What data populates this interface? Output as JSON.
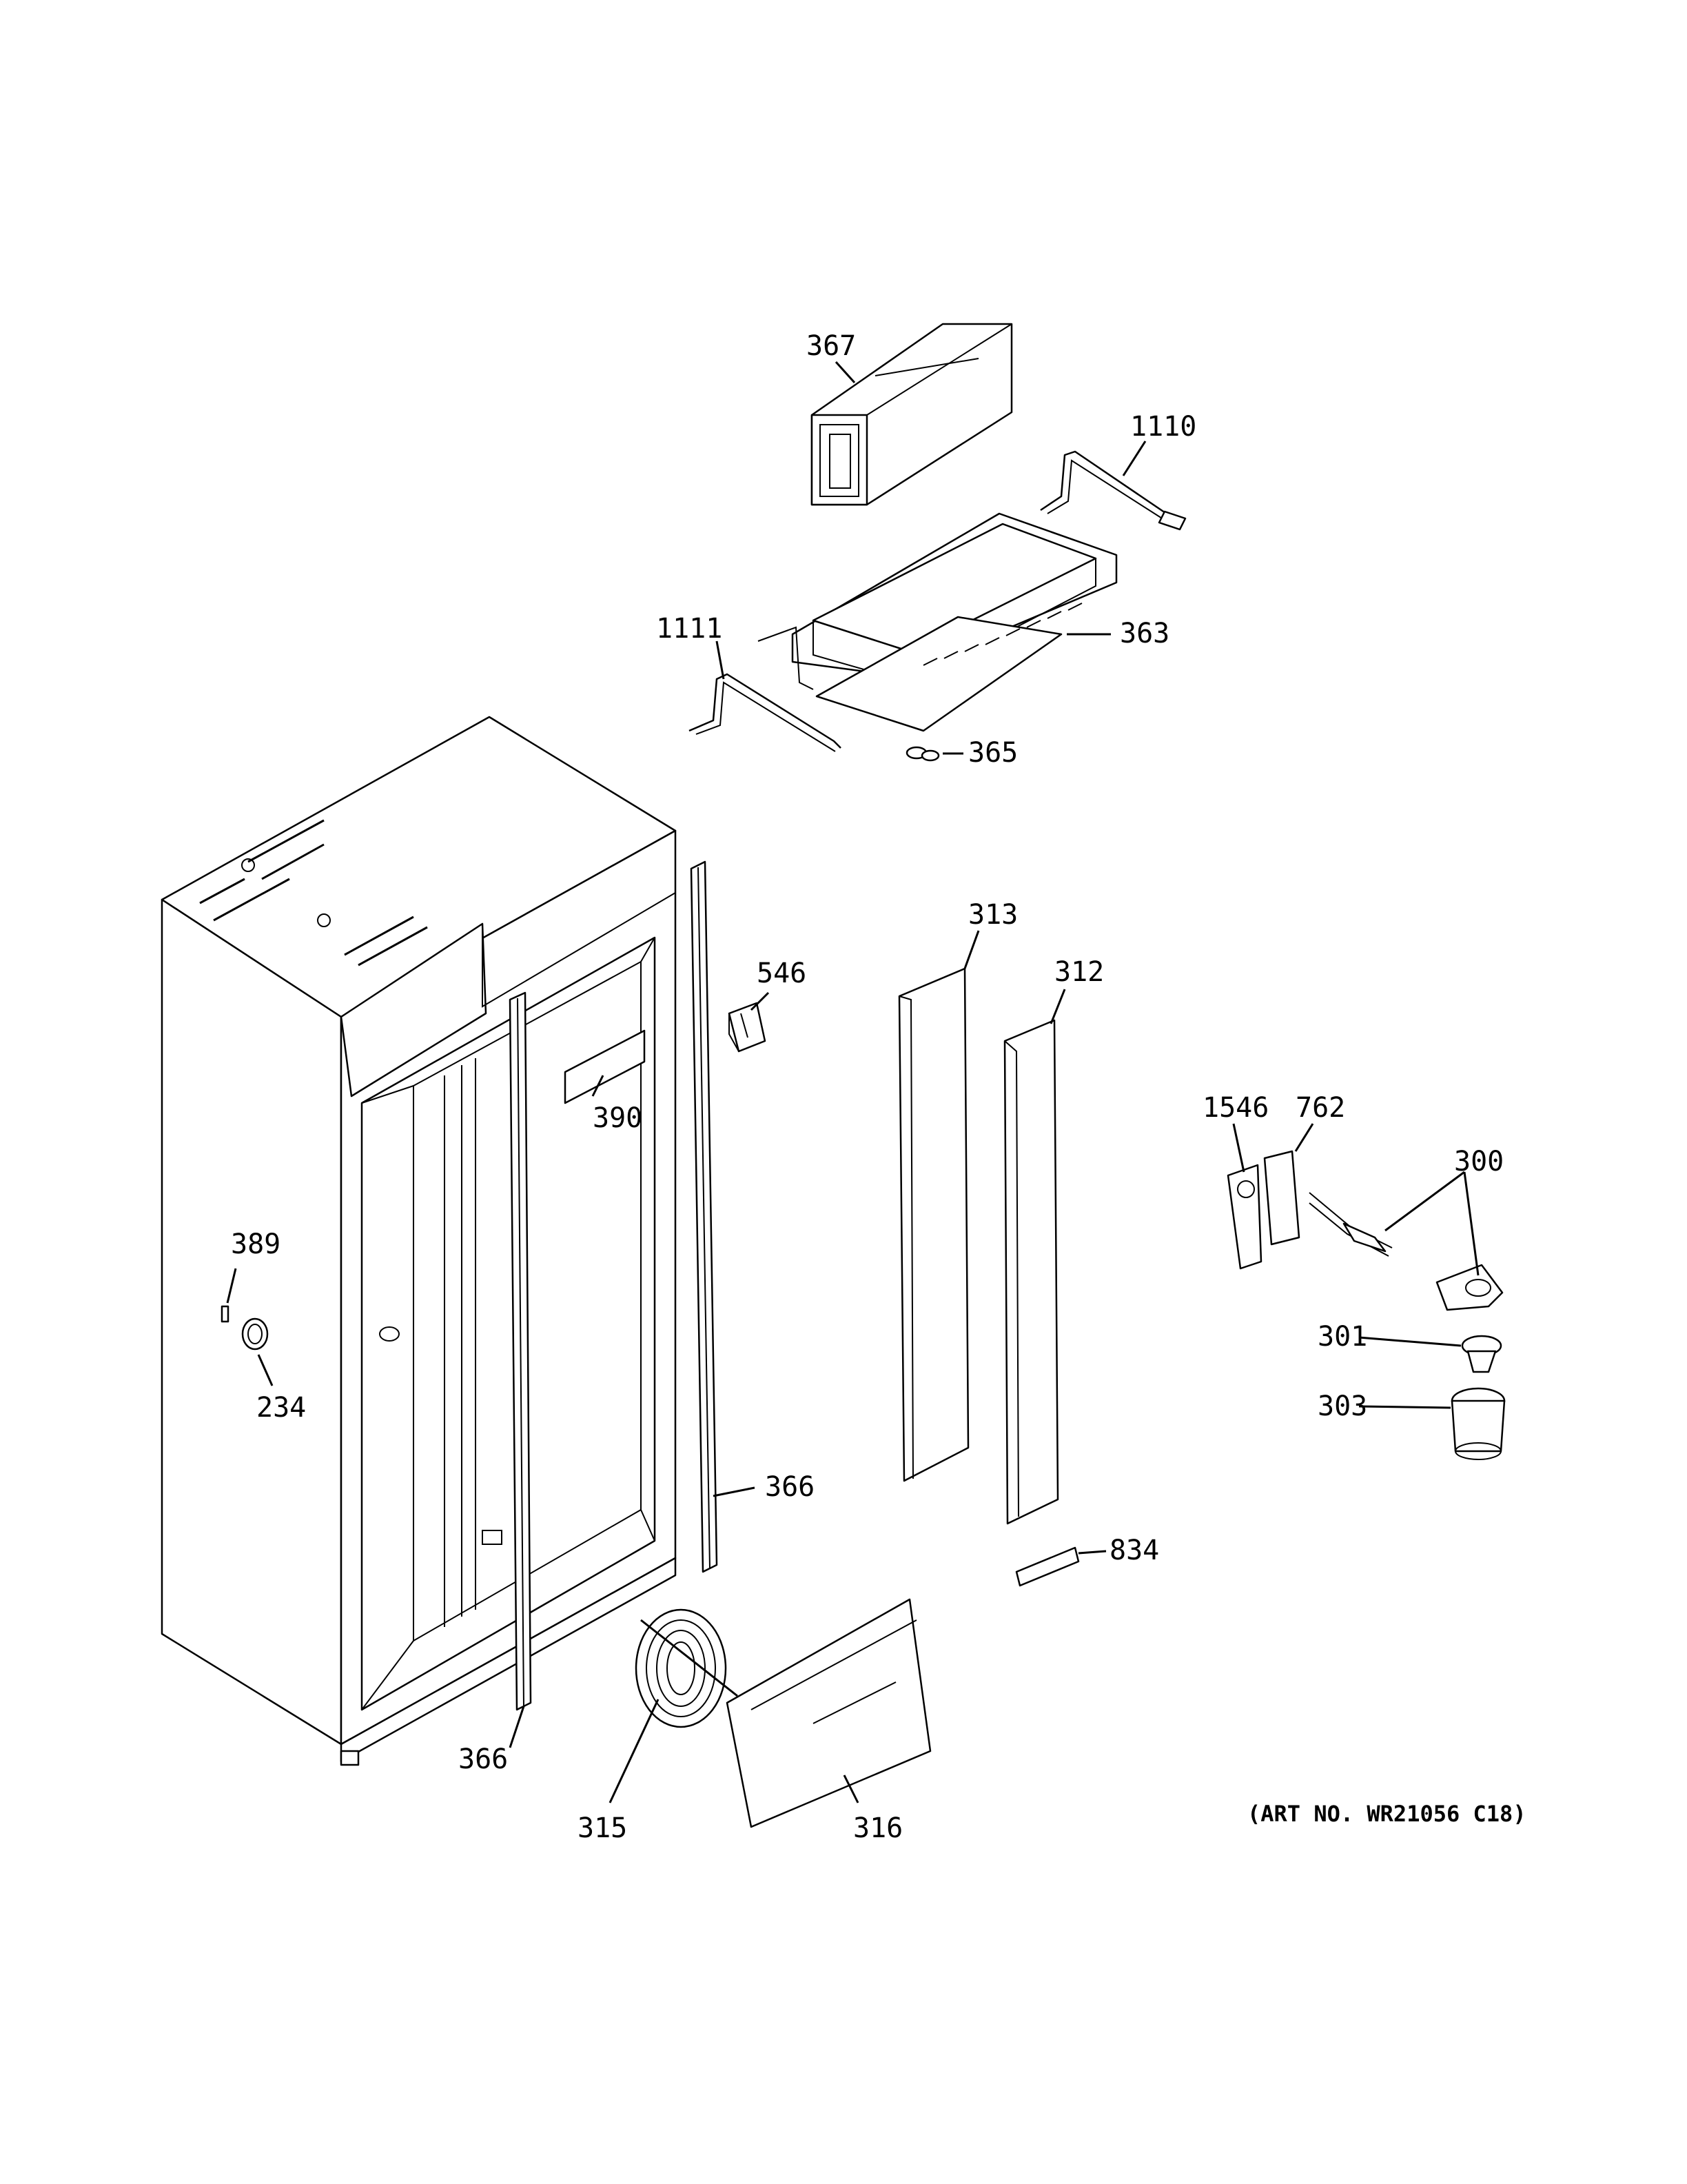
{
  "callouts": {
    "c367": "367",
    "c1110": "1110",
    "c1111": "1111",
    "c363": "363",
    "c365": "365",
    "c546": "546",
    "c313": "313",
    "c312": "312",
    "c390": "390",
    "c1546": "1546",
    "c762": "762",
    "c300": "300",
    "c389": "389",
    "c301": "301",
    "c303": "303",
    "c234": "234",
    "c366a": "366",
    "c834": "834",
    "c366b": "366",
    "c315": "315",
    "c316": "316"
  },
  "art_number": "(ART NO. WR21056 C18)"
}
